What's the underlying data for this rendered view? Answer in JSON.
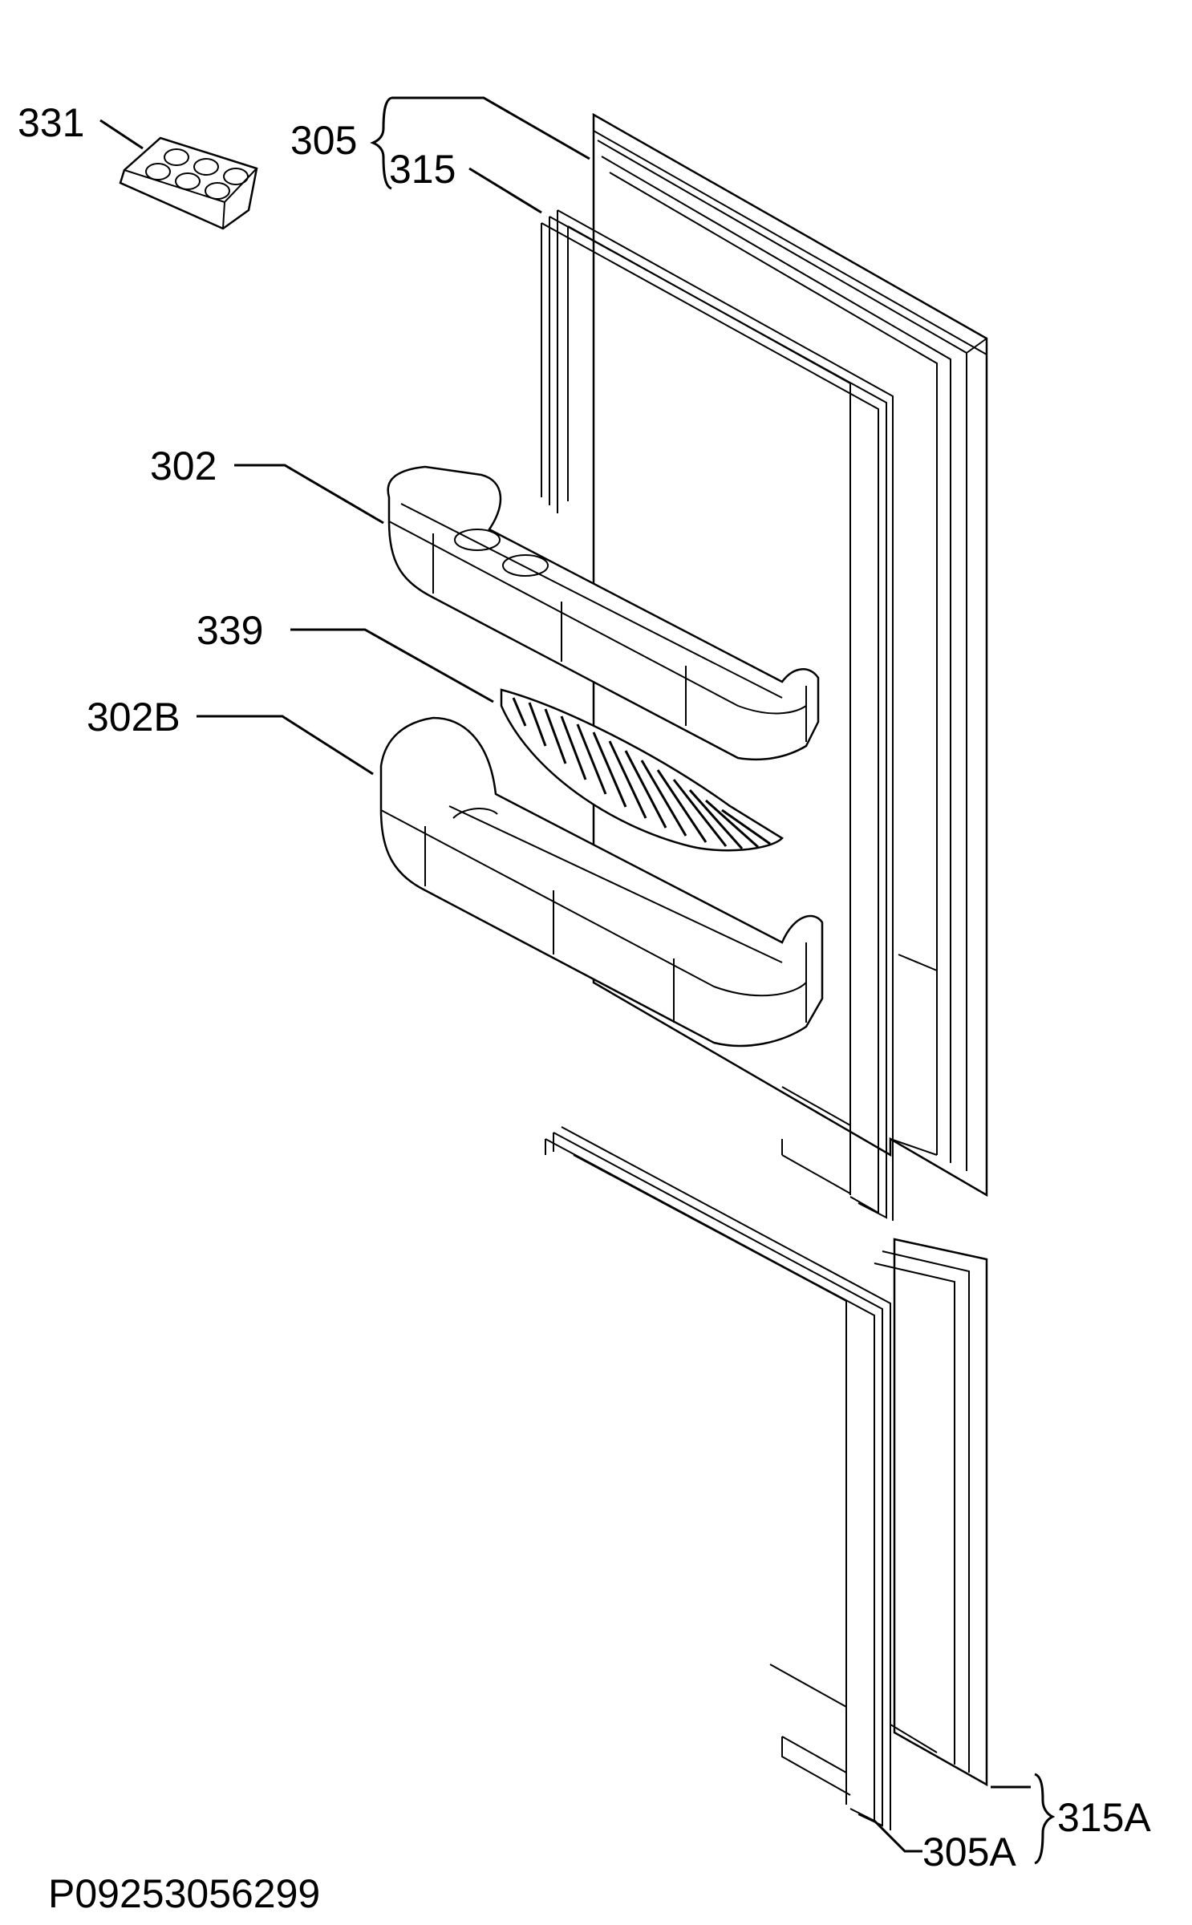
{
  "labels": {
    "p331": "331",
    "p305": "305",
    "p315": "315",
    "p302": "302",
    "p339": "339",
    "p302b": "302B",
    "p315a": "315A",
    "p305a": "305A"
  },
  "footer": {
    "code": "P09253056299"
  },
  "colors": {
    "line": "#000000",
    "background": "#ffffff"
  }
}
